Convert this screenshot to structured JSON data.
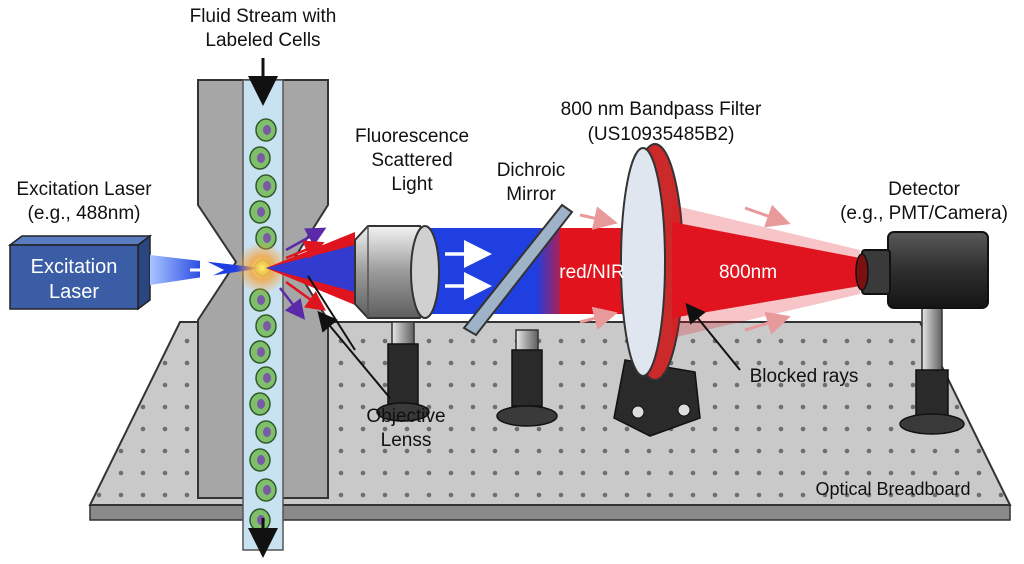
{
  "labels": {
    "fluid_stream": [
      "Fluid Stream with",
      "Labeled Cells"
    ],
    "fluorescence": [
      "Fluorescence",
      "Scattered",
      "Light"
    ],
    "excitation_laser": [
      "Excitation Laser",
      "(e.g., 488nm)"
    ],
    "laser_box": [
      "Excitation",
      "Laser"
    ],
    "dichroic": [
      "Dichroic",
      "Mirror"
    ],
    "filter": [
      "800 nm Bandpass Filter",
      "(US10935485B2)"
    ],
    "detector": [
      "Detector",
      "(e.g., PMT/Camera)"
    ],
    "red_nir": "red/NIR",
    "beam_800": "800nm",
    "blocked_rays": "Blocked rays",
    "objective": [
      "Objective",
      "Lenss"
    ],
    "breadboard": "Optical Breadboard"
  },
  "colors": {
    "laser_blue": "#1f3fe0",
    "beam_red": "#e0141e",
    "laser_box": "#3a5da5",
    "metal": "#a8a8a8",
    "board": "#c9c9c9",
    "cell_green": "#7fbf6a",
    "nucleus": "#7a5aa8"
  }
}
